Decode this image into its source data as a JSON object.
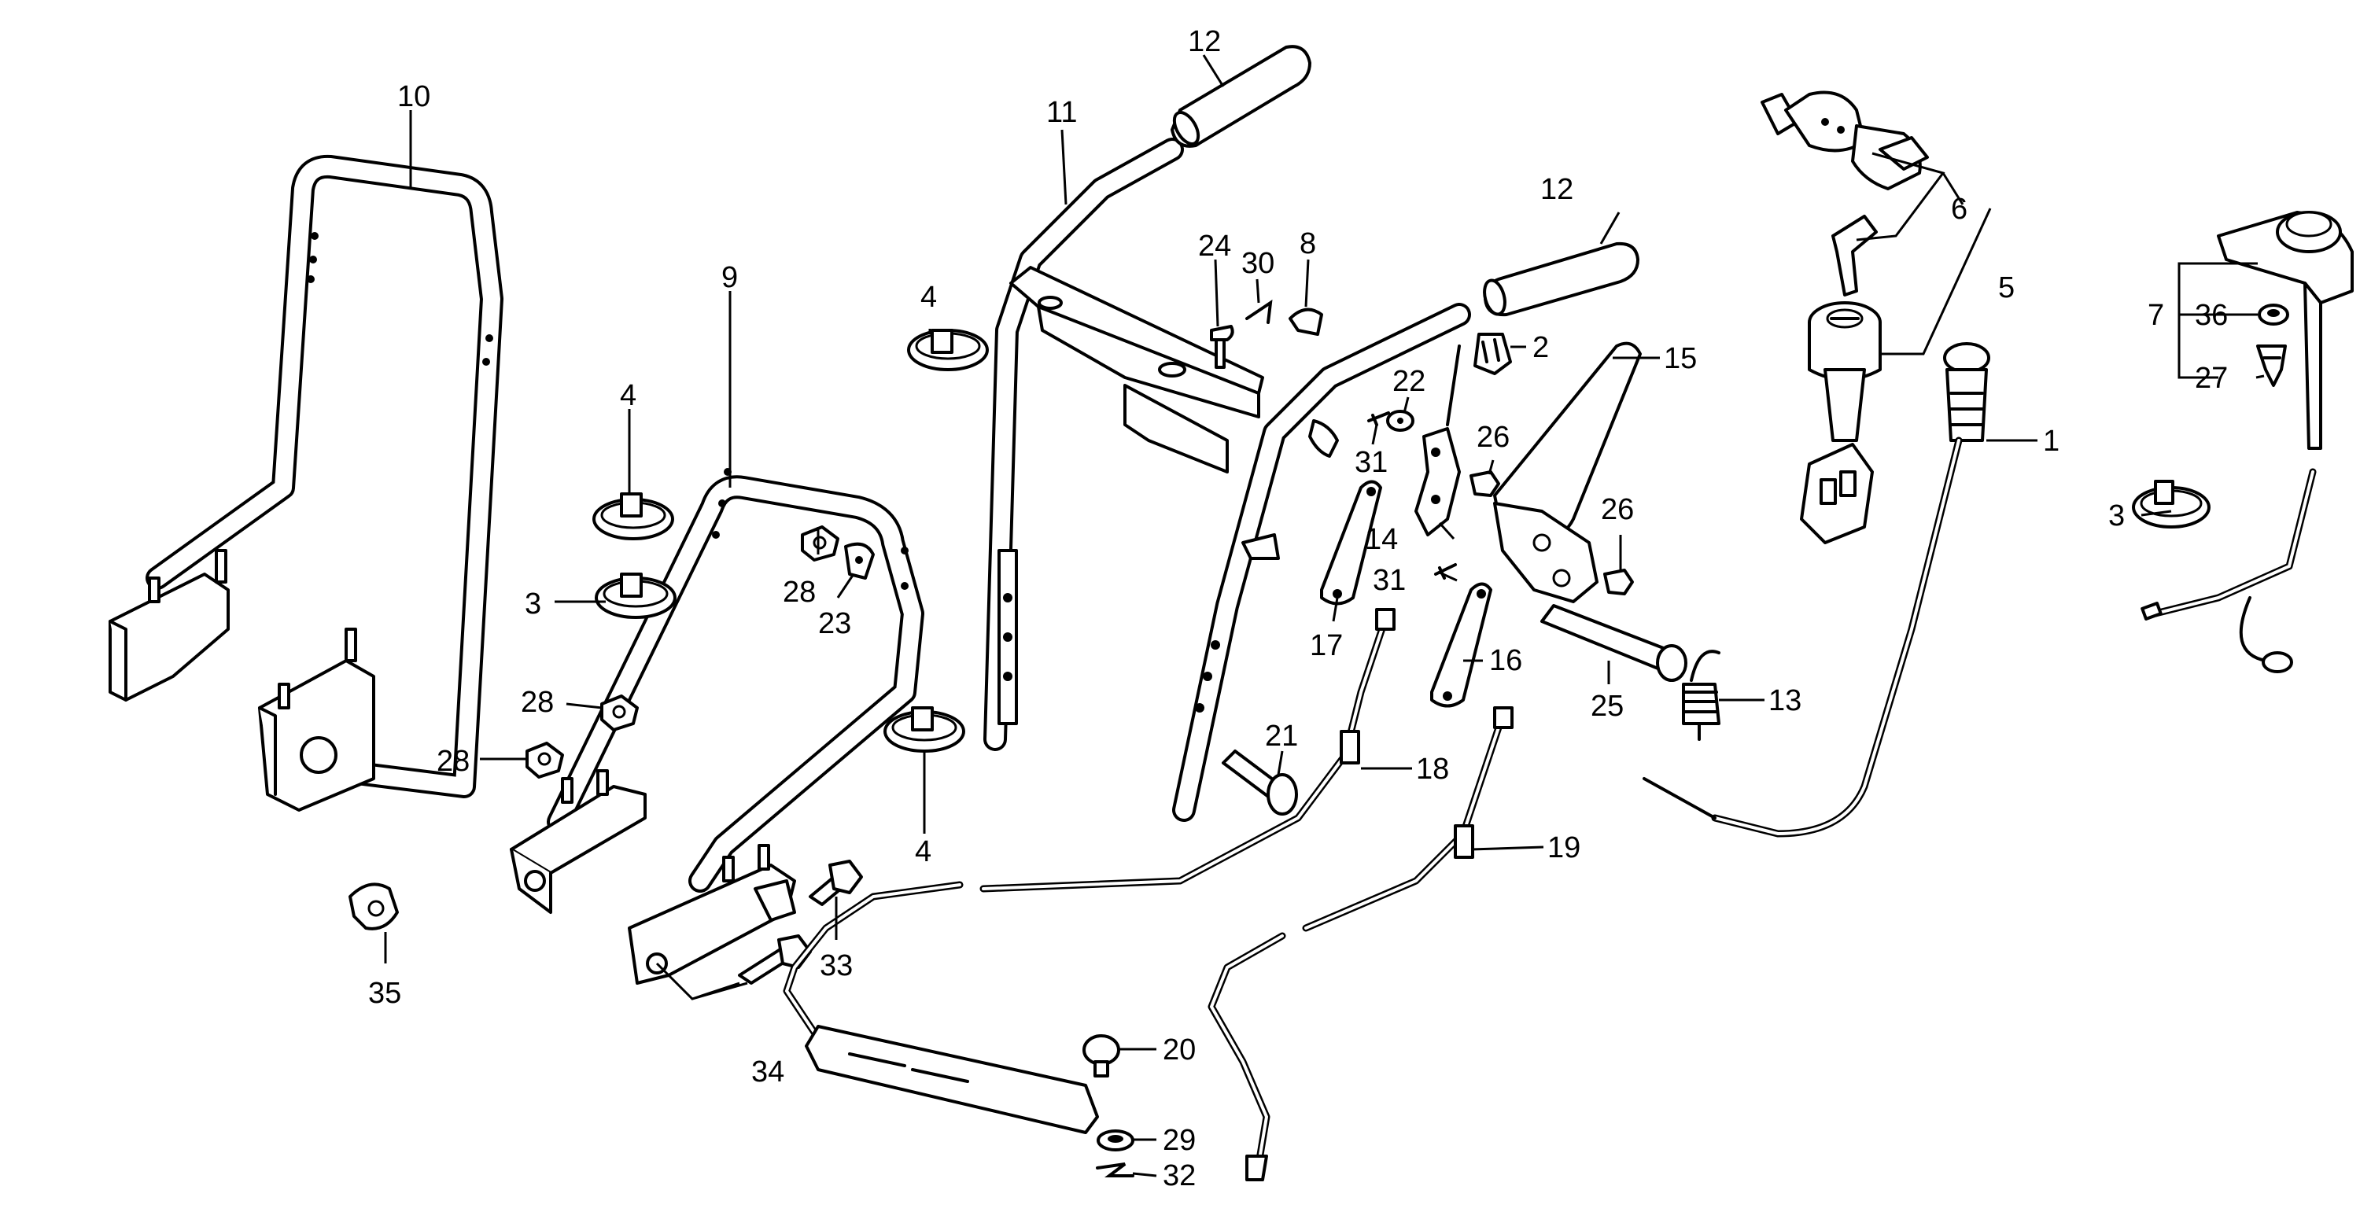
{
  "callouts": [
    {
      "id": "c10",
      "text": "10"
    },
    {
      "id": "c9",
      "text": "9"
    },
    {
      "id": "c4a",
      "text": "4"
    },
    {
      "id": "c3a",
      "text": "3"
    },
    {
      "id": "c28a",
      "text": "28"
    },
    {
      "id": "c23",
      "text": "23"
    },
    {
      "id": "c28b",
      "text": "28"
    },
    {
      "id": "c28c",
      "text": "28"
    },
    {
      "id": "c35",
      "text": "35"
    },
    {
      "id": "c34",
      "text": "34"
    },
    {
      "id": "c33",
      "text": "33"
    },
    {
      "id": "c4b",
      "text": "4"
    },
    {
      "id": "c4c",
      "text": "4"
    },
    {
      "id": "c11",
      "text": "11"
    },
    {
      "id": "c12a",
      "text": "12"
    },
    {
      "id": "c24",
      "text": "24"
    },
    {
      "id": "c30",
      "text": "30"
    },
    {
      "id": "c8",
      "text": "8"
    },
    {
      "id": "c22",
      "text": "22"
    },
    {
      "id": "c31a",
      "text": "31"
    },
    {
      "id": "c26a",
      "text": "26"
    },
    {
      "id": "c2",
      "text": "2"
    },
    {
      "id": "c12b",
      "text": "12"
    },
    {
      "id": "c15",
      "text": "15"
    },
    {
      "id": "c14",
      "text": "14"
    },
    {
      "id": "c31b",
      "text": "31"
    },
    {
      "id": "c17",
      "text": "17"
    },
    {
      "id": "c16",
      "text": "16"
    },
    {
      "id": "c26b",
      "text": "26"
    },
    {
      "id": "c25",
      "text": "25"
    },
    {
      "id": "c13",
      "text": "13"
    },
    {
      "id": "c21",
      "text": "21"
    },
    {
      "id": "c18",
      "text": "18"
    },
    {
      "id": "c19",
      "text": "19"
    },
    {
      "id": "c20",
      "text": "20"
    },
    {
      "id": "c29",
      "text": "29"
    },
    {
      "id": "c32",
      "text": "32"
    },
    {
      "id": "c6",
      "text": "6"
    },
    {
      "id": "c5",
      "text": "5"
    },
    {
      "id": "c1",
      "text": "1"
    },
    {
      "id": "c7",
      "text": "7"
    },
    {
      "id": "c36",
      "text": "36"
    },
    {
      "id": "c27",
      "text": "27"
    },
    {
      "id": "c3b",
      "text": "3"
    }
  ]
}
